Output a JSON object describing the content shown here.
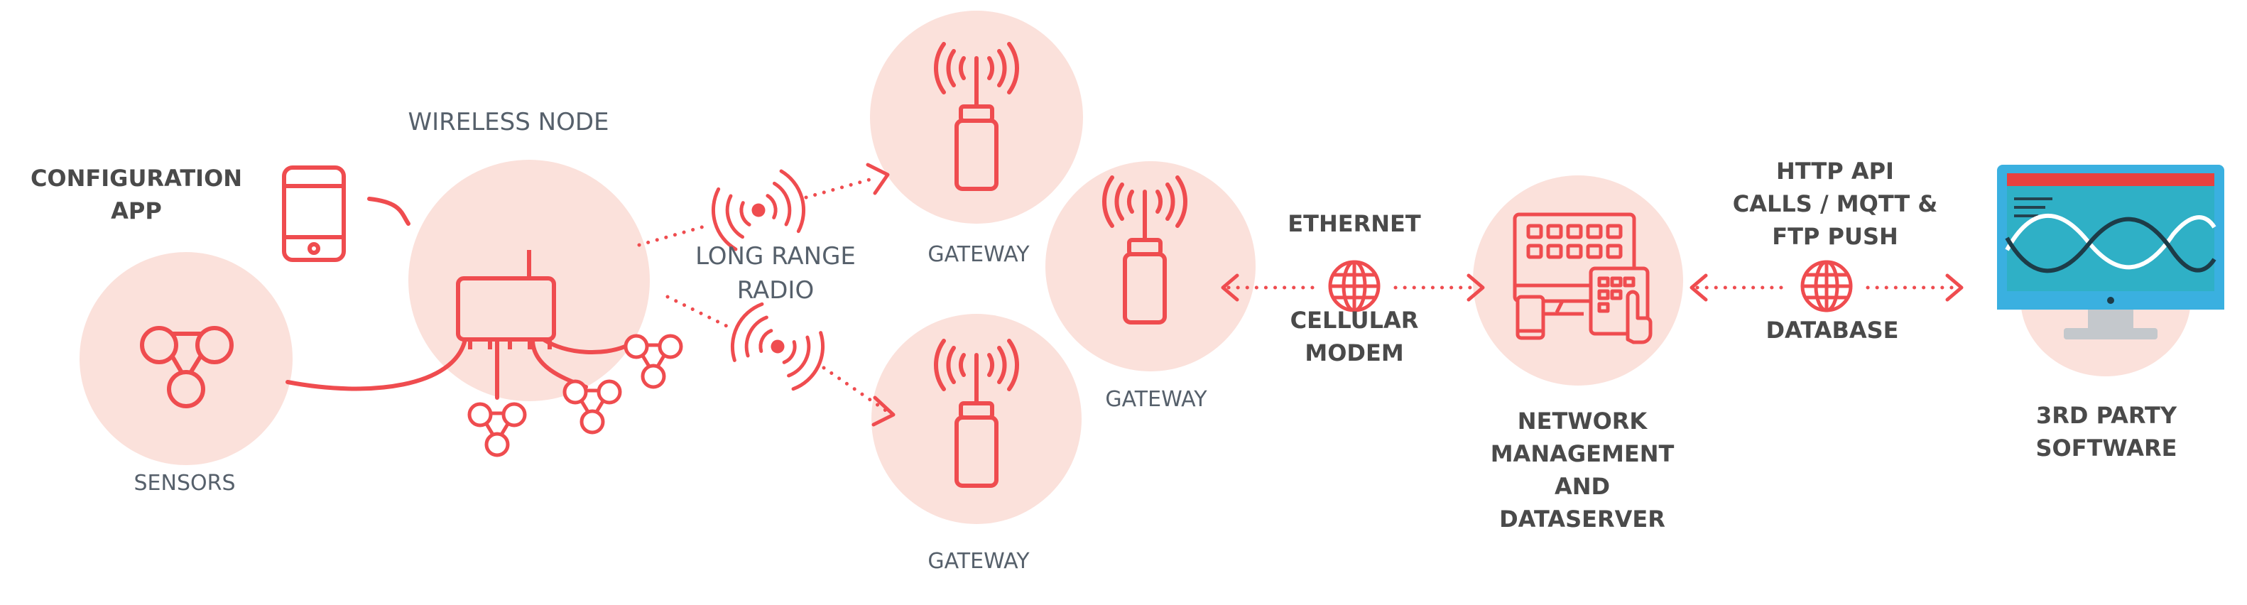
{
  "colors": {
    "accent": "#ef4c4f",
    "circle_fill": "#fbe1db",
    "text_dark": "#4a4a4a",
    "text_slate": "#56606b",
    "monitor_bezel": "#3ab0e0",
    "monitor_screen": "#2fb0c6",
    "monitor_stand": "#c4c8cc",
    "monitor_bar": "#e8413f"
  },
  "labels": {
    "configuration_app": [
      "CONFIGURATION",
      "APP"
    ],
    "wireless_node": [
      "WIRELESS NODE"
    ],
    "sensors": [
      "SENSORS"
    ],
    "long_range_radio": [
      "LONG RANGE",
      "RADIO"
    ],
    "gateway_top": [
      "GATEWAY"
    ],
    "gateway_middle": [
      "GATEWAY"
    ],
    "gateway_bottom": [
      "GATEWAY"
    ],
    "ethernet": [
      "ETHERNET"
    ],
    "cellular_modem": [
      "CELLULAR",
      "MODEM"
    ],
    "network_management": [
      "NETWORK",
      "MANAGEMENT",
      "AND",
      "DATASERVER"
    ],
    "http_api": [
      "HTTP API",
      "CALLS / MQTT &",
      "FTP PUSH"
    ],
    "database": [
      "DATABASE"
    ],
    "third_party": [
      "3RD PARTY",
      "SOFTWARE"
    ]
  },
  "icons": {
    "phone": "smartphone-icon",
    "node": "wireless-node-icon",
    "sensor": "sensor-cluster-icon",
    "radio": "radio-waves-icon",
    "gateway": "gateway-antenna-icon",
    "globe": "globe-icon",
    "devices": "devices-touch-icon",
    "monitor": "monitor-icon"
  }
}
